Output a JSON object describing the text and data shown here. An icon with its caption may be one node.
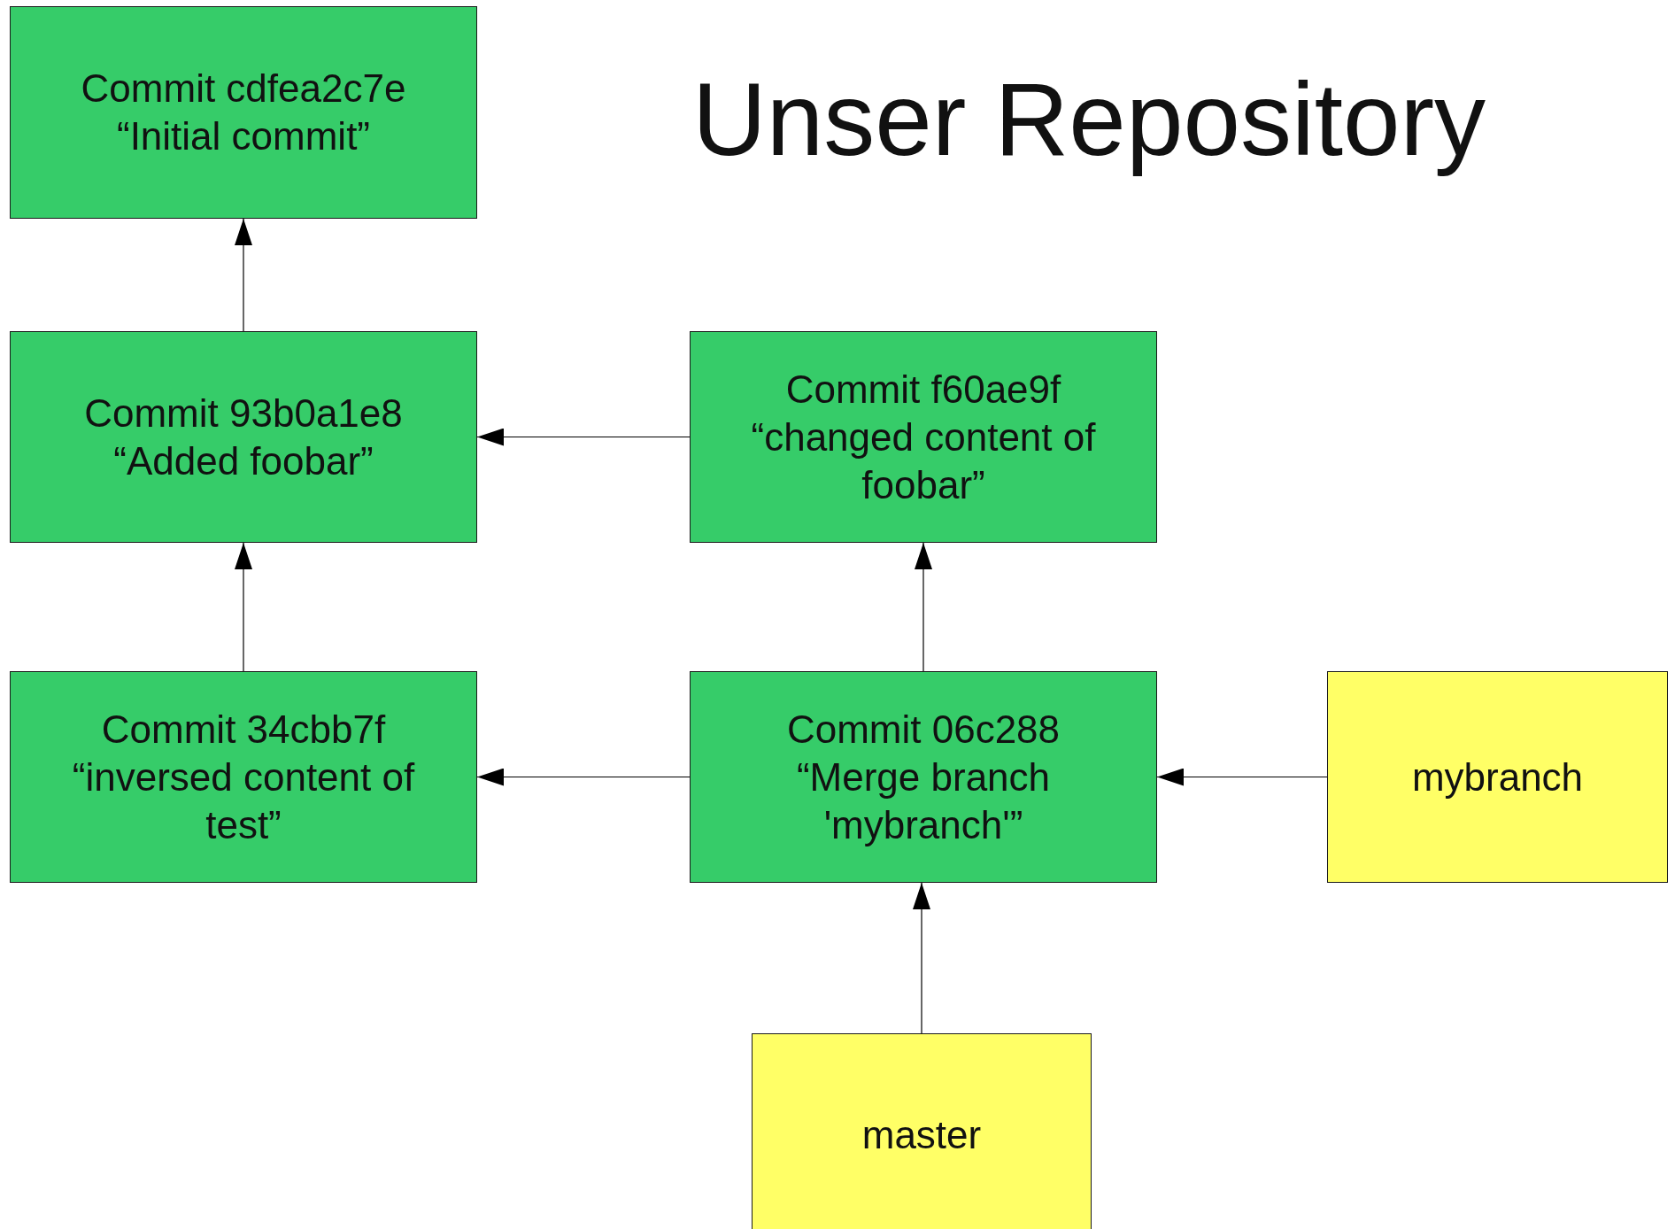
{
  "diagram": {
    "title": "Unser Repository",
    "nodes": [
      {
        "text": [
          "Commit cdfea2c7e",
          "“Initial commit”"
        ]
      },
      {
        "text": [
          "Commit 93b0a1e8",
          "“Added foobar”"
        ]
      },
      {
        "text": [
          "Commit f60ae9f",
          "“changed content of foobar”"
        ]
      },
      {
        "text": [
          "Commit 34cbb7f",
          "“inversed content of test”"
        ]
      },
      {
        "text": [
          "Commit 06c288",
          "“Merge branch 'mybranch'”"
        ]
      },
      {
        "text": [
          "mybranch"
        ]
      },
      {
        "text": [
          "master"
        ]
      }
    ],
    "edges": [
      {
        "from": 1,
        "to": 0,
        "arrow": "to"
      },
      {
        "from": 2,
        "to": 1,
        "arrow": "to"
      },
      {
        "from": 3,
        "to": 1,
        "arrow": "to"
      },
      {
        "from": 4,
        "to": 3,
        "arrow": "to"
      },
      {
        "from": 4,
        "to": 2,
        "arrow": "to"
      },
      {
        "from": 5,
        "to": 4,
        "arrow": "to"
      },
      {
        "from": 6,
        "to": 4,
        "arrow": "to"
      }
    ]
  }
}
